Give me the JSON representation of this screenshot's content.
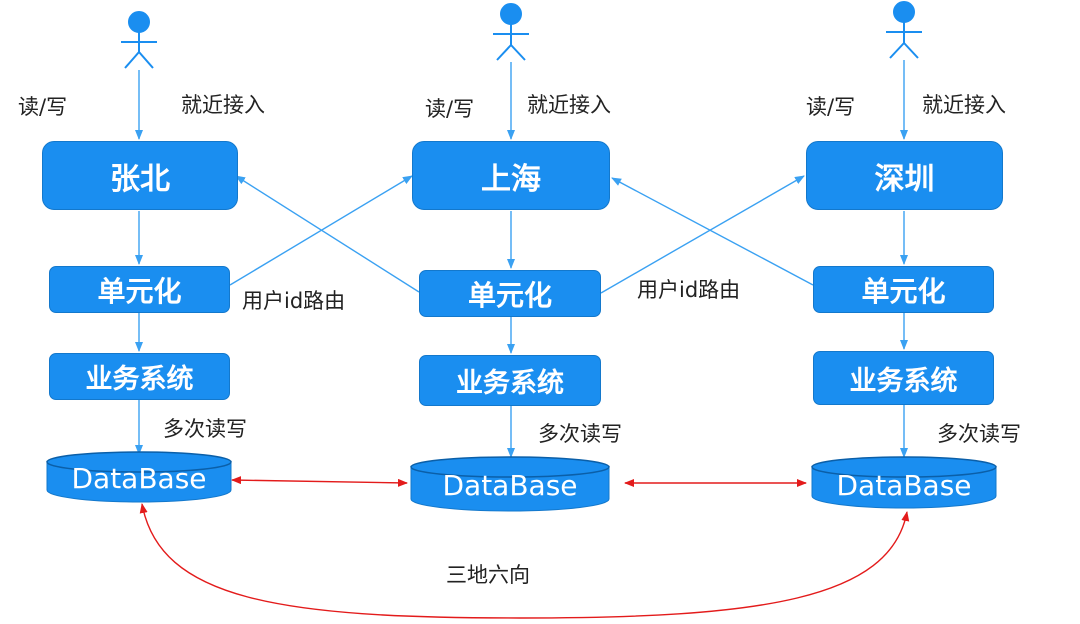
{
  "colors": {
    "box_fill": "#1a8ef0",
    "box_border": "#1378cc",
    "flow_line": "#3aa1f2",
    "sync_arrow": "#e31b1b",
    "actor": "#1a8ef0",
    "label_text": "#222222"
  },
  "icons": [
    "user-actor-icon",
    "database-cylinder-icon",
    "arrow-icon"
  ],
  "regions": [
    {
      "city": "张北",
      "unit": "单元化",
      "business": "业务系统",
      "database": "DataBase",
      "read_write": "读/写",
      "nearby_access": "就近接入",
      "multi_read_write": "多次读写"
    },
    {
      "city": "上海",
      "unit": "单元化",
      "business": "业务系统",
      "database": "DataBase",
      "read_write": "读/写",
      "nearby_access": "就近接入",
      "multi_read_write": "多次读写"
    },
    {
      "city": "深圳",
      "unit": "单元化",
      "business": "业务系统",
      "database": "DataBase",
      "read_write": "读/写",
      "nearby_access": "就近接入",
      "multi_read_write": "多次读写"
    }
  ],
  "routing_labels": [
    "用户id路由",
    "用户id路由"
  ],
  "replication_label": "三地六向"
}
